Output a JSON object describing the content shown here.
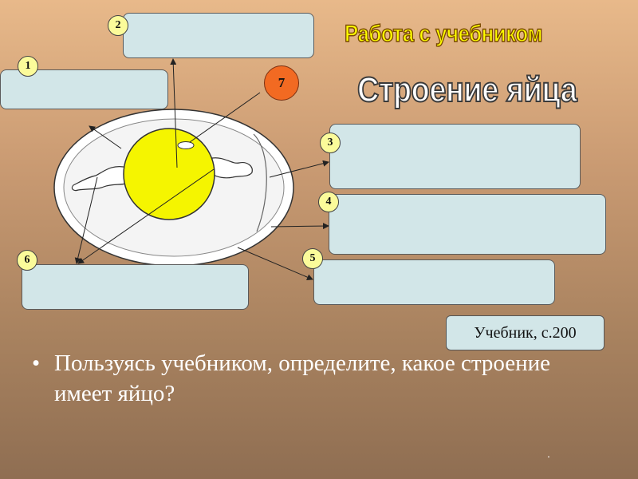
{
  "title_work": "Работа с учебником",
  "title_topic": "Строение яйца",
  "reference": "Учебник, с.200",
  "task_bullet": "•",
  "task_text": "Пользуясь учебником, определите, какое строение имеет яйцо?",
  "footer_mark": ".",
  "labels": [
    "1",
    "2",
    "3",
    "4",
    "5",
    "6",
    "7"
  ],
  "colors": {
    "answer_box": "#d2e6e8",
    "yolk": "#f5f500",
    "label_marker": "#fbfb9a",
    "label_marker_highlight": "#f26a22",
    "title_work": "#ffff00",
    "title_topic": "#ffffff"
  }
}
